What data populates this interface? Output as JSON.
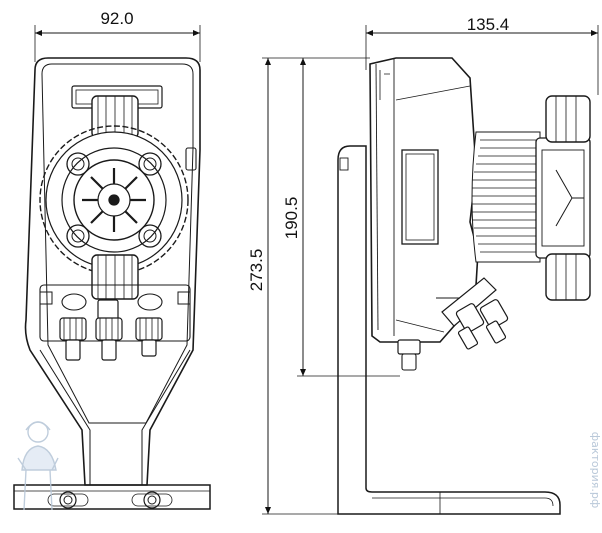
{
  "dimensions": {
    "width_front": "92.0",
    "depth_side": "135.4",
    "height_overall": "273.5",
    "height_body": "190.5"
  },
  "watermark": {
    "text": "фактория.рф",
    "icon": "worker-mascot-icon",
    "color": "#b9c8d9"
  },
  "colors": {
    "line": "#1a1a1a",
    "background": "#ffffff"
  }
}
